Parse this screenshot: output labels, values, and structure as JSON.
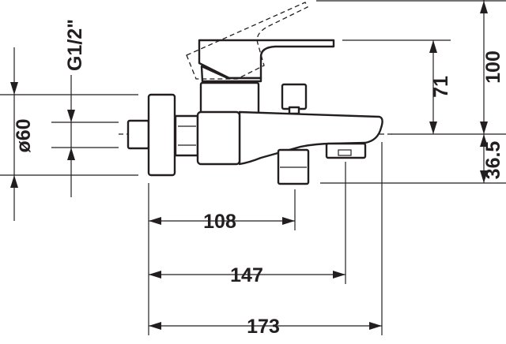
{
  "dimensions": {
    "diameter_flange": "ø60",
    "thread": "G1/2\"",
    "lever_height": "71",
    "total_height": "100",
    "outlet_height": "36.5",
    "diverter_distance": "108",
    "outlet_distance": "147",
    "total_length": "173"
  }
}
